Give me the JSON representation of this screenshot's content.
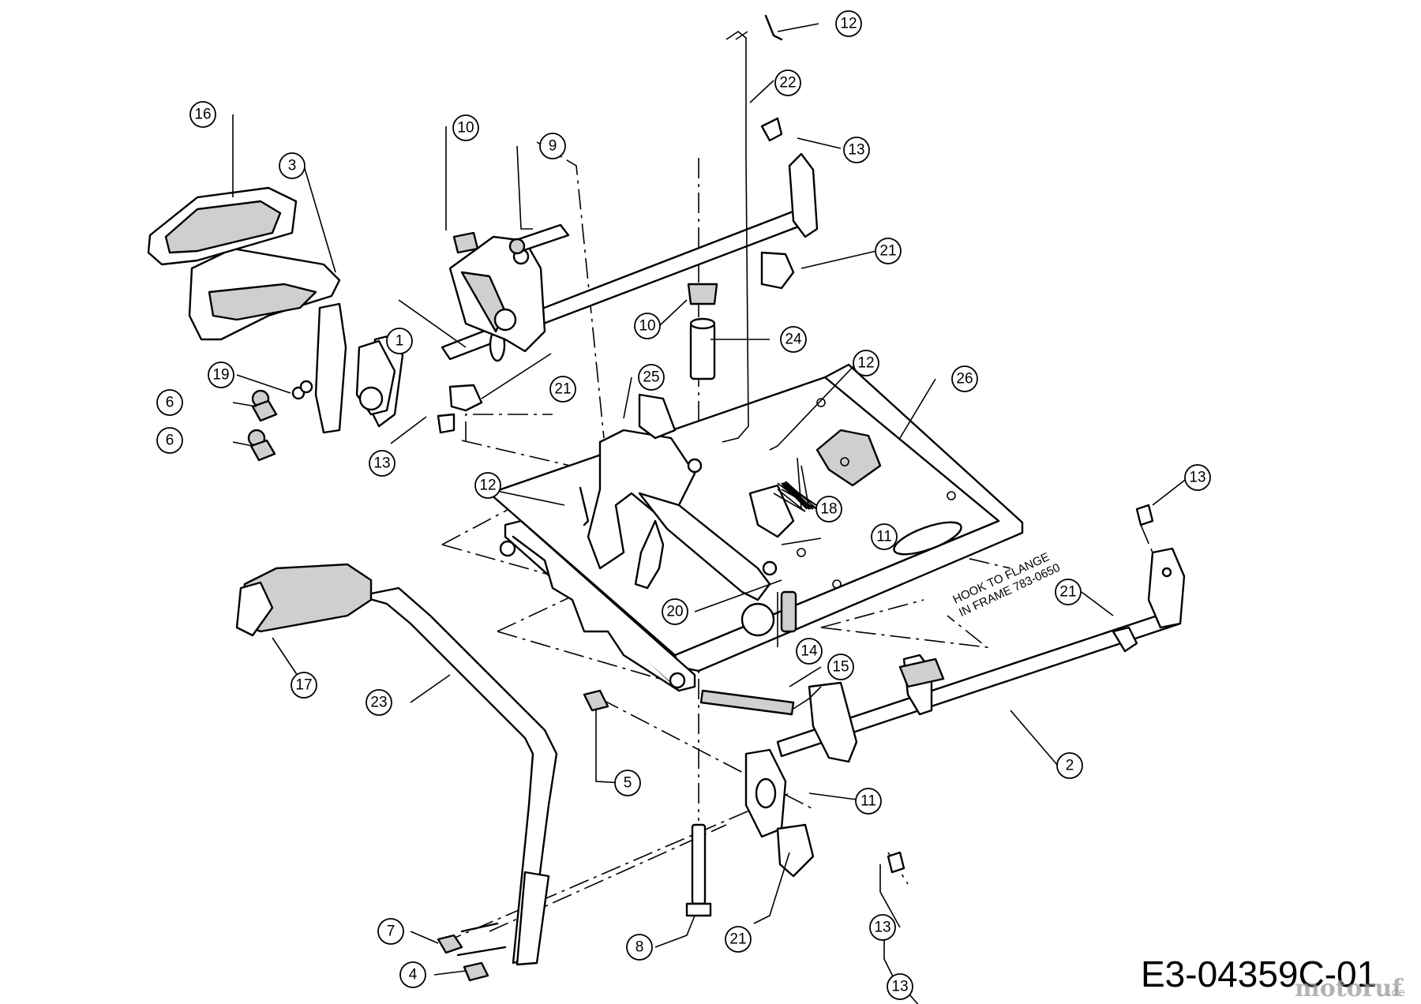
{
  "diagram": {
    "drawing_code": "E3-04359C-01",
    "note_lines": [
      "HOOK TO FLANGE",
      "IN FRAME 783-0650"
    ],
    "watermark": {
      "brand": "motoruf",
      "suffix": ".de"
    },
    "callouts": [
      {
        "label": "1"
      },
      {
        "label": "2"
      },
      {
        "label": "3"
      },
      {
        "label": "4"
      },
      {
        "label": "5"
      },
      {
        "label": "6"
      },
      {
        "label": "6"
      },
      {
        "label": "7"
      },
      {
        "label": "8"
      },
      {
        "label": "9"
      },
      {
        "label": "10"
      },
      {
        "label": "10"
      },
      {
        "label": "11"
      },
      {
        "label": "11"
      },
      {
        "label": "12"
      },
      {
        "label": "12"
      },
      {
        "label": "12"
      },
      {
        "label": "13"
      },
      {
        "label": "13"
      },
      {
        "label": "13"
      },
      {
        "label": "13"
      },
      {
        "label": "13"
      },
      {
        "label": "14"
      },
      {
        "label": "15"
      },
      {
        "label": "16"
      },
      {
        "label": "17"
      },
      {
        "label": "18"
      },
      {
        "label": "19"
      },
      {
        "label": "20"
      },
      {
        "label": "21"
      },
      {
        "label": "21"
      },
      {
        "label": "21"
      },
      {
        "label": "21"
      },
      {
        "label": "22"
      },
      {
        "label": "23"
      },
      {
        "label": "24"
      },
      {
        "label": "25"
      },
      {
        "label": "26"
      }
    ]
  }
}
